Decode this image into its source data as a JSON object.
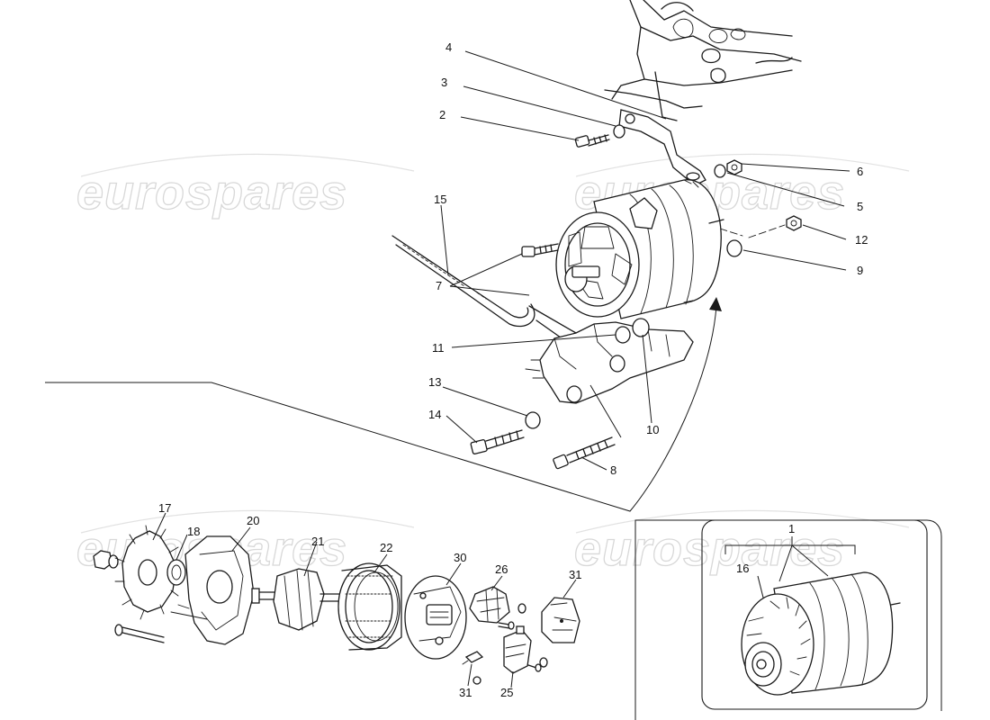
{
  "watermark": "eurospares",
  "inset": {
    "assembly_label": "1",
    "pulley_label": "16"
  },
  "labels": {
    "p2": "2",
    "p3": "3",
    "p4": "4",
    "p5": "5",
    "p6": "6",
    "p7": "7",
    "p8": "8",
    "p9": "9",
    "p10": "10",
    "p11": "11",
    "p12": "12",
    "p13": "13",
    "p14": "14",
    "p15": "15",
    "p17": "17",
    "p18": "18",
    "p20": "20",
    "p21": "21",
    "p22": "22",
    "p25": "25",
    "p26": "26",
    "p30": "30",
    "p31a": "31",
    "p31b": "31"
  }
}
